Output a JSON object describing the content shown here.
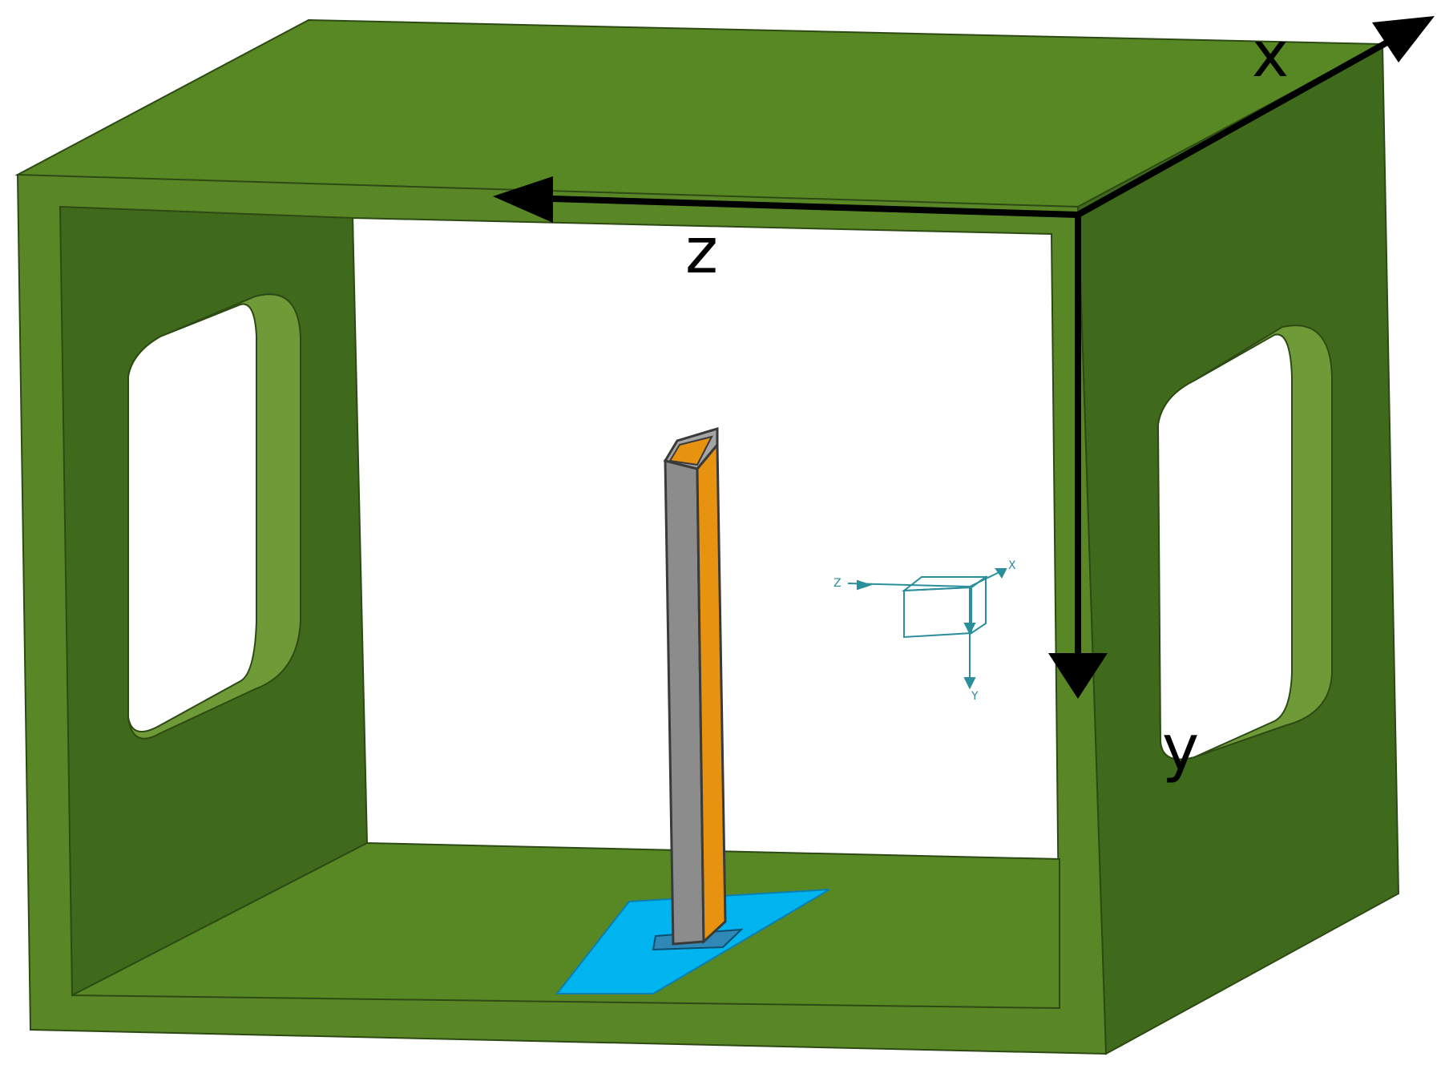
{
  "axes": {
    "x_label": "x",
    "y_label": "y",
    "z_label": "z"
  },
  "mini_triad": {
    "x_label": "X",
    "y_label": "Y",
    "z_label": "Z"
  },
  "colors": {
    "enclosure_front": "#5a8726",
    "enclosure_top": "#578823",
    "enclosure_side": "#3f6a1c",
    "opening_lip": "#6f9a38",
    "floor": "#578823",
    "column_gray": "#8c8c8c",
    "column_orange": "#e8930f",
    "base_plate": "#00b4f0",
    "axis": "#000000",
    "mini_triad": "#2a8f9a"
  }
}
